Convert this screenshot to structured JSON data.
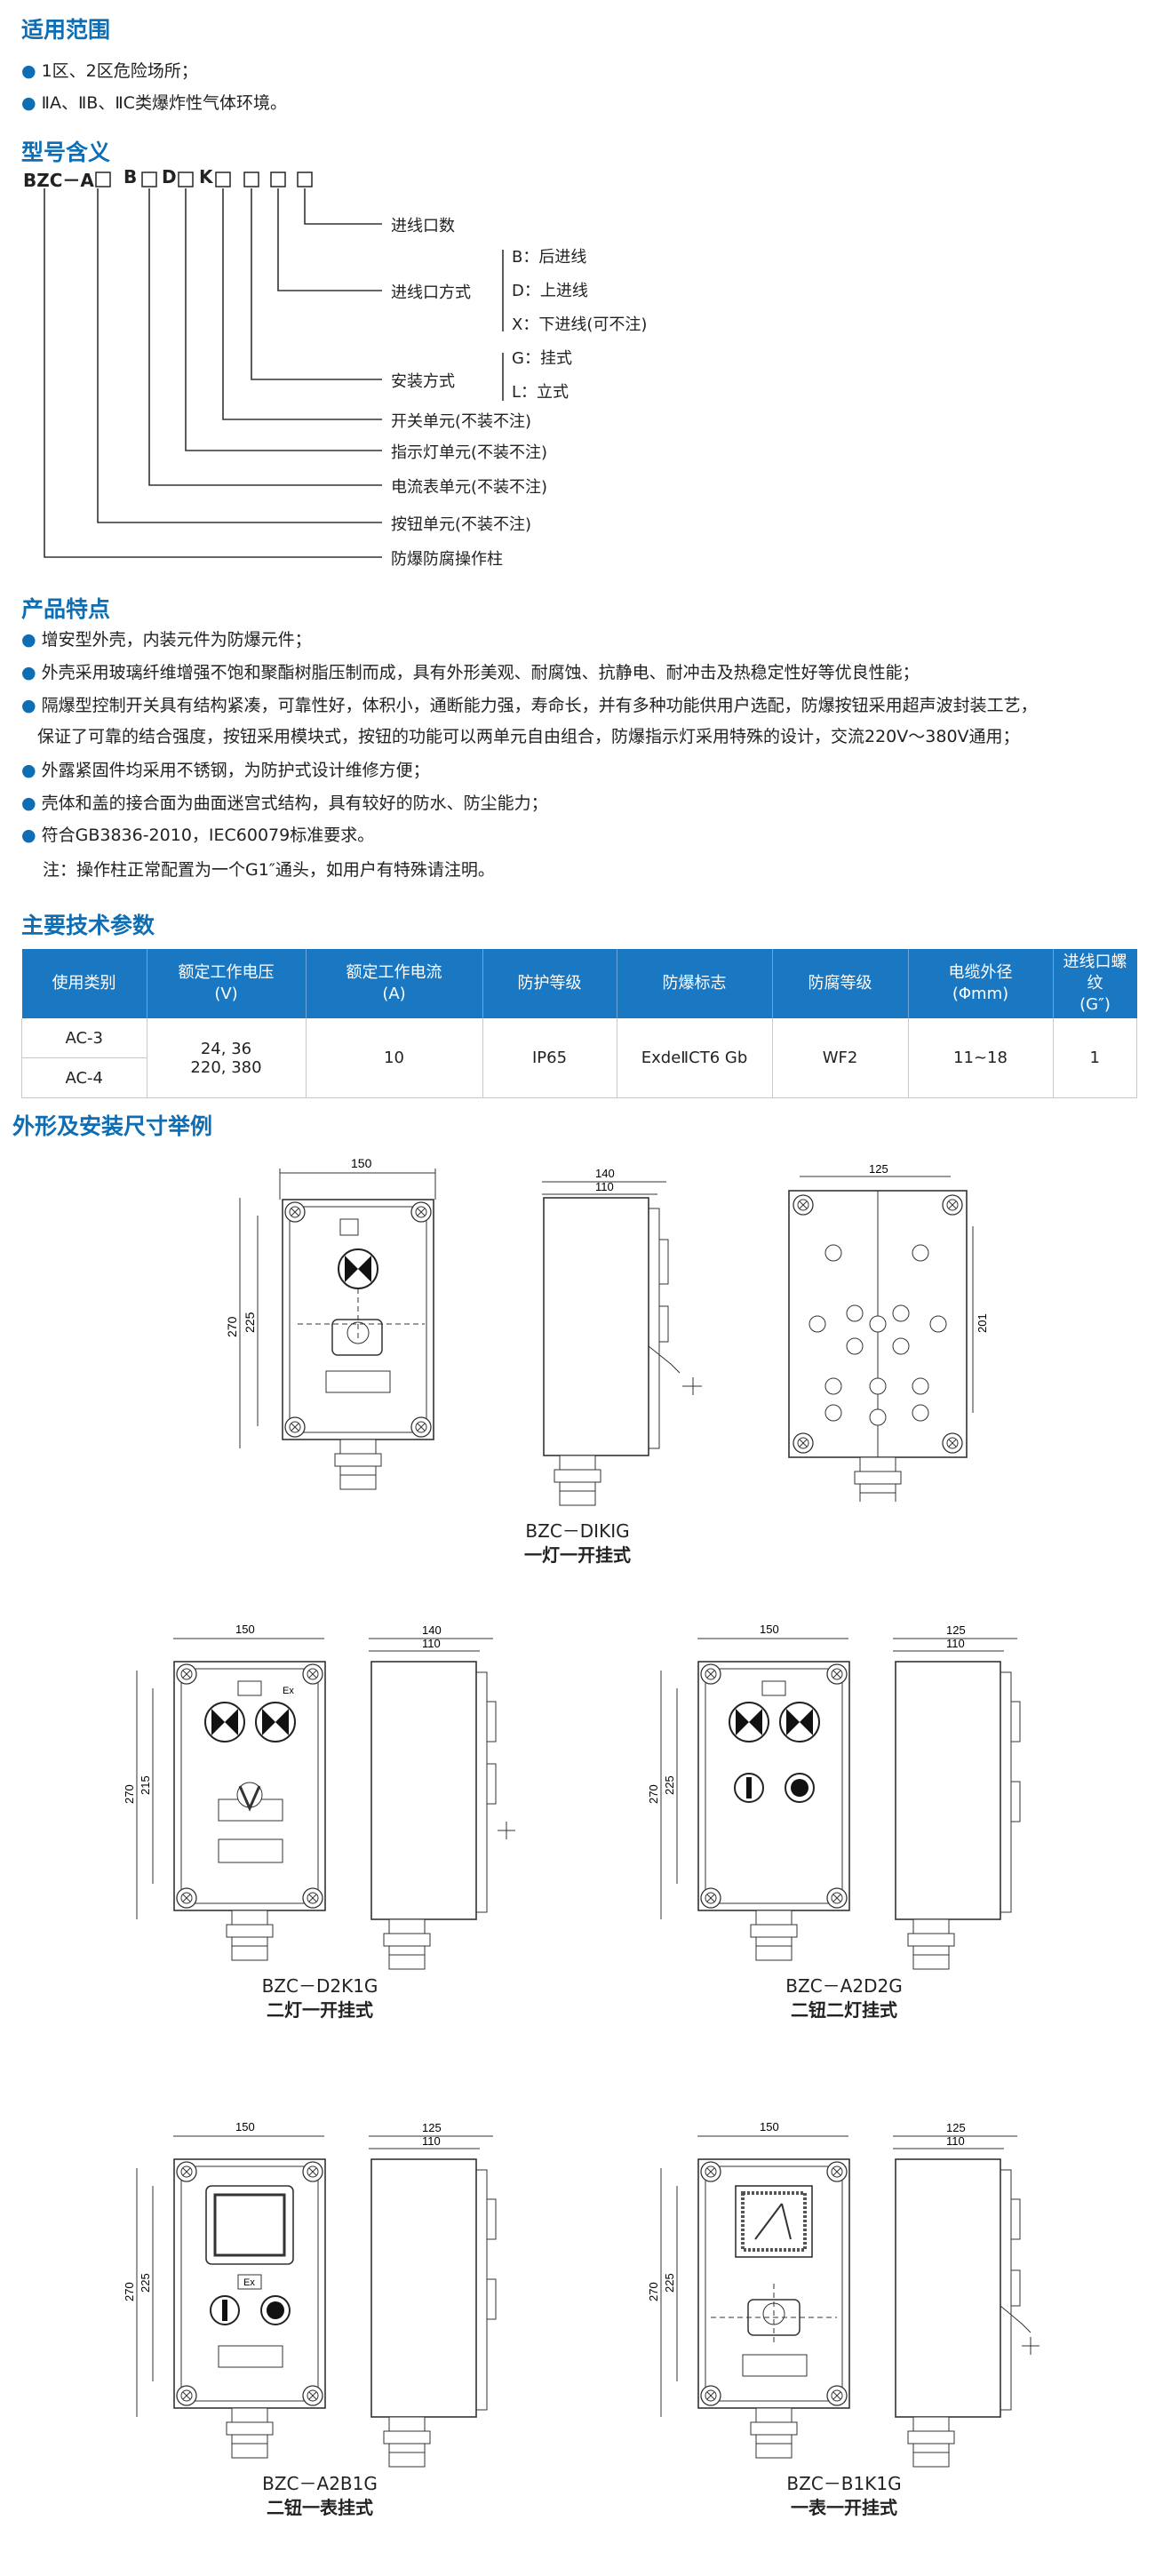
{
  "applicable": {
    "title": "适用范围",
    "items": [
      "1区、2区危险场所；",
      "ⅡA、ⅡB、ⅡC类爆炸性气体环境。"
    ]
  },
  "model": {
    "title": "型号含义",
    "code_parts": [
      "BZC－A",
      "B",
      "D",
      "K",
      "",
      "",
      ""
    ],
    "labels": {
      "inlet_count": "进线口数",
      "inlet_mode": "进线口方式",
      "inlet_b": "B：后进线",
      "inlet_d": "D：上进线",
      "inlet_x": "X：下进线(可不注)",
      "install": "安装方式",
      "install_g": "G：挂式",
      "install_l": "L：立式",
      "switch_unit": "开关单元(不装不注)",
      "lamp_unit": "指示灯单元(不装不注)",
      "meter_unit": "电流表单元(不装不注)",
      "button_unit": "按钮单元(不装不注)",
      "column": "防爆防腐操作柱"
    }
  },
  "features": {
    "title": "产品特点",
    "items": [
      "增安型外壳，内装元件为防爆元件；",
      "外壳采用玻璃纤维增强不饱和聚酯树脂压制而成，具有外形美观、耐腐蚀、抗静电、耐冲击及热稳定性好等优良性能；",
      "隔爆型控制开关具有结构紧凑，可靠性好，体积小，通断能力强，寿命长，并有多种功能供用户选配，防爆按钮采用超声波封装工艺，",
      "保证了可靠的结合强度，按钮采用模块式，按钮的功能可以两单元自由组合，防爆指示灯采用特殊的设计，交流220V～380V通用；",
      "外露紧固件均采用不锈钢，为防护式设计维修方便；",
      "壳体和盖的接合面为曲面迷宫式结构，具有较好的防水、防尘能力；",
      "符合GB3836-2010，IEC60079标准要求。"
    ],
    "note": "注：操作柱正常配置为一个G1″通头，如用户有特殊请注明。"
  },
  "spec": {
    "title": "主要技术参数",
    "headers": [
      [
        "使用类别"
      ],
      [
        "额定工作电压",
        "(V)"
      ],
      [
        "额定工作电流",
        "(A)"
      ],
      [
        "防护等级"
      ],
      [
        "防爆标志"
      ],
      [
        "防腐等级"
      ],
      [
        "电缆外径",
        "(Φmm)"
      ],
      [
        "进线口螺纹",
        "(G″)"
      ]
    ],
    "row": {
      "cat1": "AC-3",
      "cat2": "AC-4",
      "voltage1": "24, 36",
      "voltage2": "220, 380",
      "current": "10",
      "ip": "IP65",
      "ex": "ExdeⅡCT6 Gb",
      "anti": "WF2",
      "cable": "11~18",
      "thread": "1"
    }
  },
  "dims": {
    "title": "外形及安装尺寸举例",
    "figures": [
      {
        "model": "BZC－DIKIG",
        "desc": "一灯一开挂式"
      },
      {
        "model": "BZC－D2K1G",
        "desc": "二灯一开挂式"
      },
      {
        "model": "BZC－A2D2G",
        "desc": "二钮二灯挂式"
      },
      {
        "model": "BZC－A2B1G",
        "desc": "二钮一表挂式"
      },
      {
        "model": "BZC－B1K1G",
        "desc": "一表一开挂式"
      }
    ],
    "numbers": {
      "w150": "150",
      "h270": "270",
      "h225": "225",
      "h215": "215",
      "d140": "140",
      "d110": "110",
      "d125": "125",
      "h201": "201",
      "ex": "Ex"
    }
  }
}
